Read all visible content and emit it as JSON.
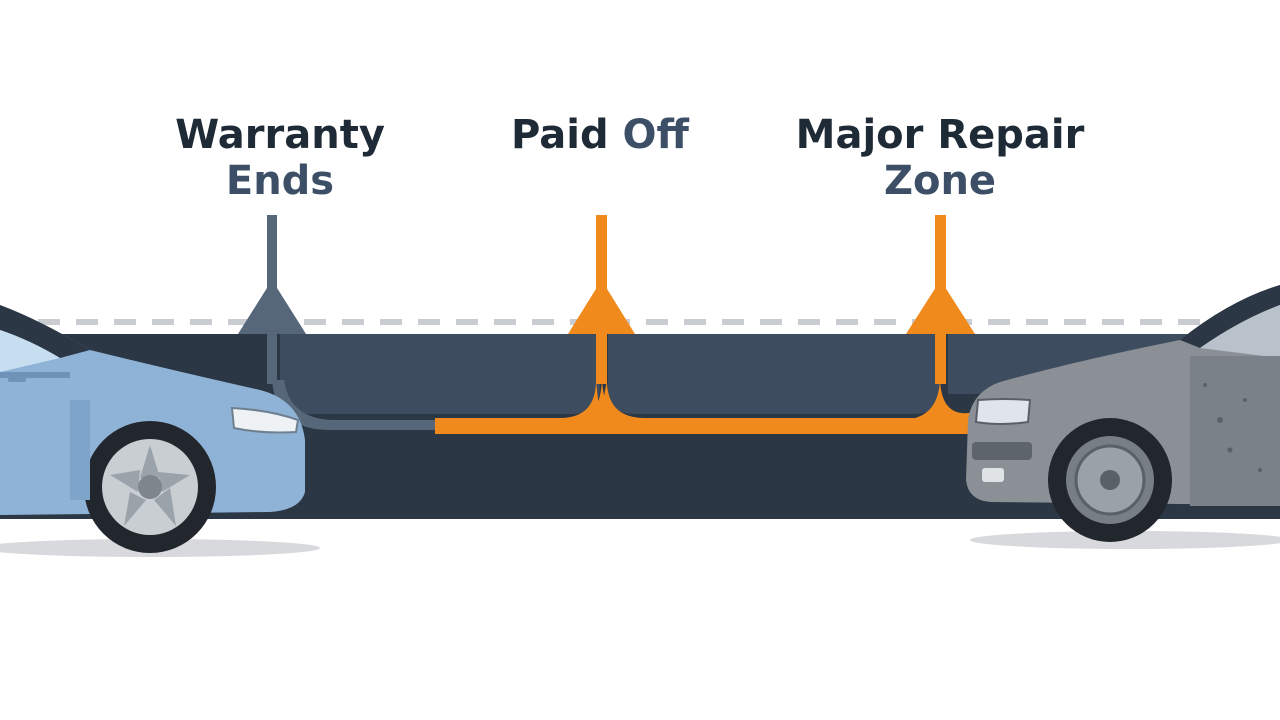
{
  "milestones": [
    {
      "line1": "Warranty",
      "line2": "Ends",
      "color_line1": "#1e2a36",
      "color_line2": "#3c4f66",
      "marker_color": "#56677a"
    },
    {
      "line1": "Paid",
      "line2": "Off",
      "color_line1": "#1e2a36",
      "color_line2": "#3c4f66",
      "marker_color": "#f08a1c"
    },
    {
      "line1": "Major Repair",
      "line2": "Zone",
      "color_line1": "#1e2a36",
      "color_line2": "#3c4f66",
      "marker_color": "#f08a1c"
    }
  ],
  "colors": {
    "road_dark": "#2b3744",
    "road_mid": "#3d4c5e",
    "accent_orange": "#f08a1c",
    "slate": "#56677a",
    "dash": "#c9ccd0",
    "new_car": "#8fb3d6",
    "old_car": "#8a9096"
  },
  "icons": [
    "new-car-icon",
    "old-car-icon"
  ]
}
